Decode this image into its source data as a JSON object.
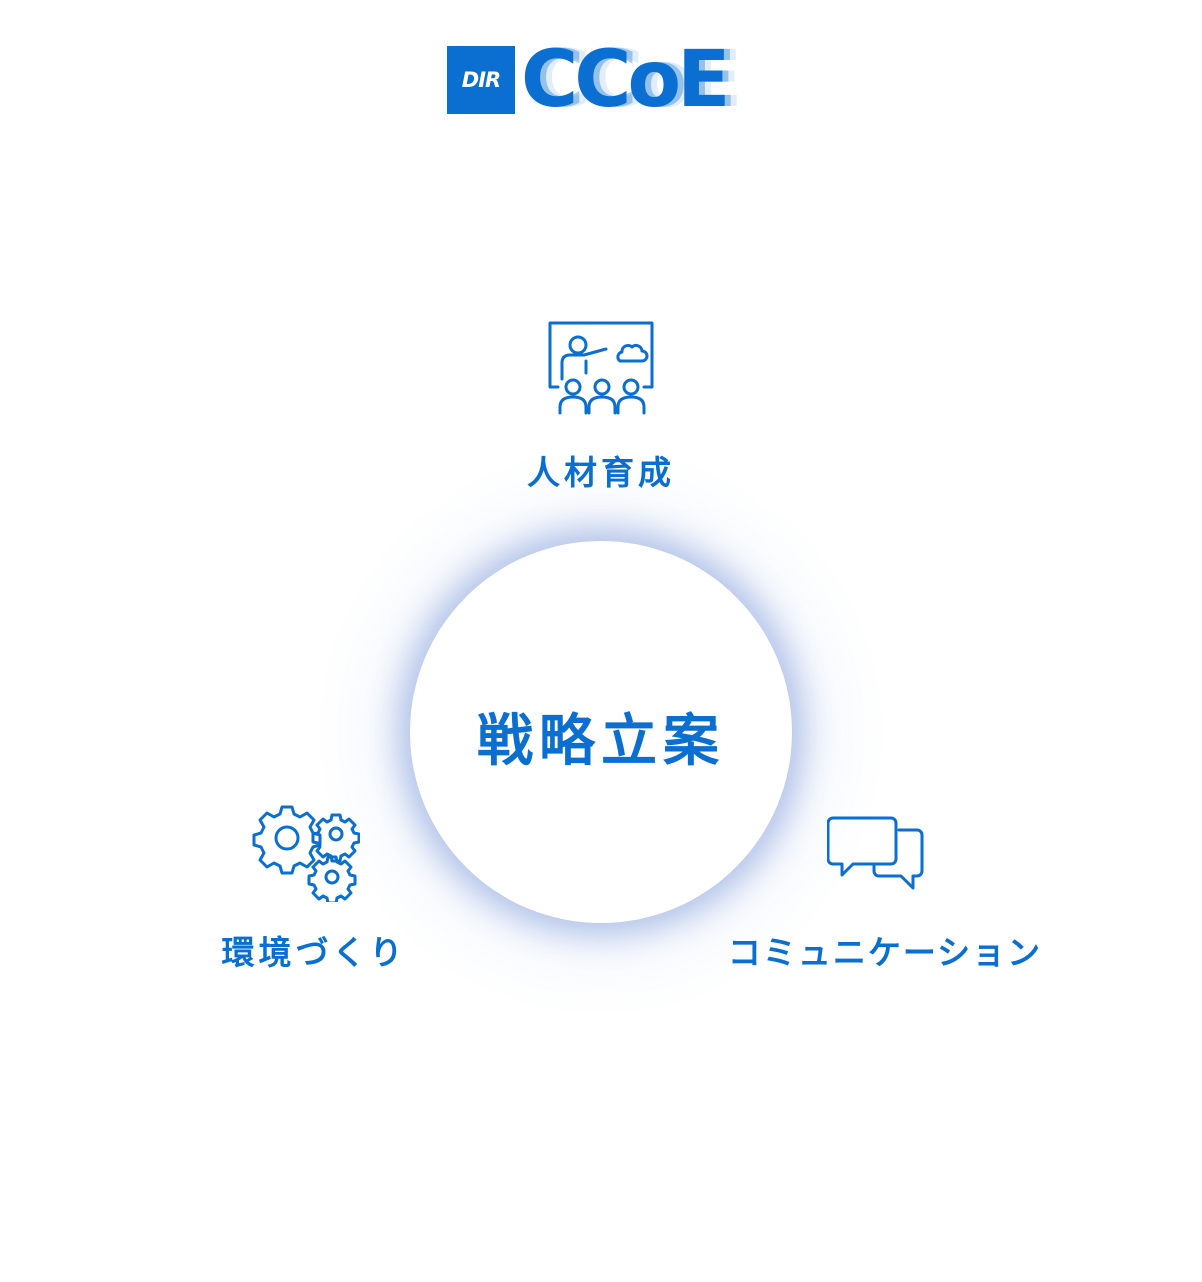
{
  "logo": {
    "badge_text": "DIR",
    "wordmark": "CCoE"
  },
  "diagram": {
    "center": {
      "label": "戦略立案"
    },
    "nodes": [
      {
        "label": "人材育成",
        "icon": "teacher-presentation-icon"
      },
      {
        "label": "環境づくり",
        "icon": "gears-icon"
      },
      {
        "label": "コミュニケーション",
        "icon": "chat-bubbles-icon"
      }
    ]
  },
  "colors": {
    "accent": "#0a6fd0",
    "glow": "#466ec8",
    "background": "#ffffff"
  }
}
